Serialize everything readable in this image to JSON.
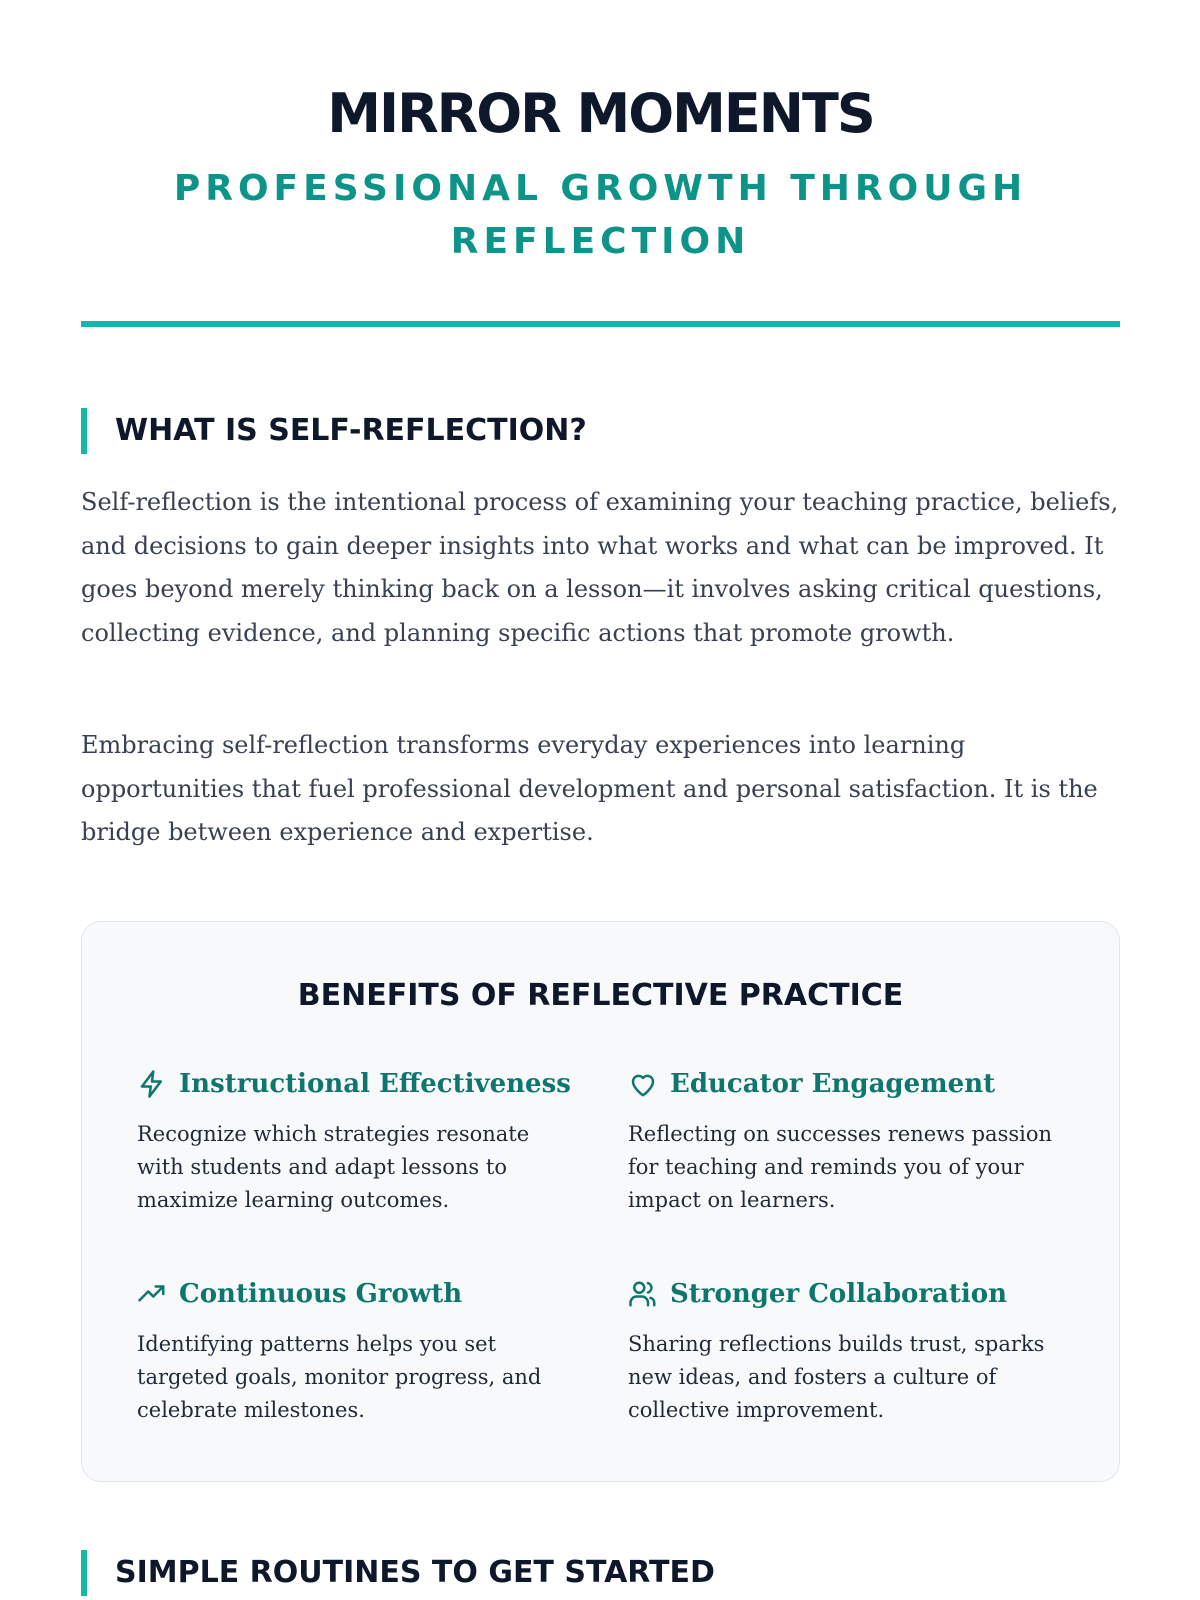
{
  "header": {
    "title": "MIRROR MOMENTS",
    "subtitle": "PROFESSIONAL GROWTH THROUGH REFLECTION"
  },
  "section1": {
    "heading": "WHAT IS SELF-REFLECTION?",
    "paragraphs": [
      "Self-reflection is the intentional process of examining your teaching practice, beliefs, and decisions to gain deeper insights into what works and what can be improved. It goes beyond merely thinking back on a lesson—it involves asking critical questions, collecting evidence, and planning specific actions that promote growth.",
      "Embracing self-reflection transforms everyday experiences into learning opportunities that fuel professional development and personal satisfaction. It is the bridge between experience and expertise."
    ]
  },
  "benefits": {
    "title": "BENEFITS OF REFLECTIVE PRACTICE",
    "items": [
      {
        "icon": "lightning-icon",
        "title": "Instructional Effectiveness",
        "desc": "Recognize which strategies resonate with students and adapt lessons to maximize learning outcomes."
      },
      {
        "icon": "heart-icon",
        "title": "Educator Engagement",
        "desc": "Reflecting on successes renews passion for teaching and reminds you of your impact on learners."
      },
      {
        "icon": "trending-up-icon",
        "title": "Continuous Growth",
        "desc": "Identifying patterns helps you set targeted goals, monitor progress, and celebrate milestones."
      },
      {
        "icon": "users-icon",
        "title": "Stronger Collaboration",
        "desc": "Sharing reflections builds trust, sparks new ideas, and fosters a culture of collective improvement."
      }
    ]
  },
  "section2": {
    "heading": "SIMPLE ROUTINES TO GET STARTED"
  },
  "colors": {
    "accent": "#14b8a6",
    "teal_text": "#0f766e",
    "dark": "#0f172a"
  }
}
